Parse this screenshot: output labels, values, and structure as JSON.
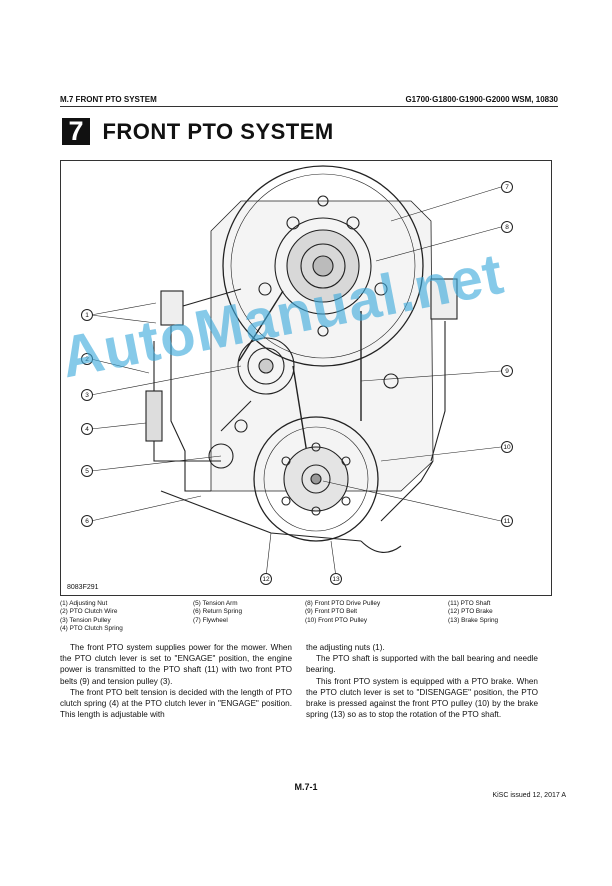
{
  "header": {
    "section": "M.7  FRONT PTO SYSTEM",
    "models": "G1700·G1800·G1900·G2000  WSM, 10830"
  },
  "chapter": {
    "number": "7",
    "title": "FRONT PTO SYSTEM"
  },
  "figure": {
    "code": "8083F291",
    "callouts": [
      "7",
      "8",
      "1",
      "2",
      "3",
      "4",
      "5",
      "6",
      "9",
      "10",
      "11",
      "12",
      "13"
    ]
  },
  "legend": [
    [
      "(1)  Adjusting Nut",
      "(2)  PTO Clutch Wire",
      "(3)  Tension Pulley",
      "(4)  PTO Clutch Spring"
    ],
    [
      "(5)  Tension Arm",
      "(6)  Return Spring",
      "(7)  Flywheel"
    ],
    [
      "(8)  Front PTO Drive Pulley",
      "(9)  Front PTO Belt",
      "(10)  Front PTO Pulley"
    ],
    [
      "(11)  PTO Shaft",
      "(12)  PTO Brake",
      "(13)  Brake Spring"
    ]
  ],
  "body": {
    "left": [
      "The front PTO system supplies power for the mower. When the PTO clutch lever is set to \"ENGAGE\" position, the engine power is transmitted to the PTO shaft (11) with two front PTO belts (9) and tension pulley (3).",
      "The front PTO belt tension is decided with the length of PTO clutch spring (4) at the PTO clutch lever in \"ENGAGE\" position. This length is adjustable with"
    ],
    "right": [
      "the adjusting nuts (1).",
      "The PTO shaft is supported with the ball bearing and needle bearing.",
      "This front PTO system is equipped with a PTO brake. When the PTO clutch lever is set to \"DISENGAGE\" position, the PTO brake is pressed against the front PTO pulley (10) by the brake spring (13) so as to stop the rotation of the PTO shaft."
    ]
  },
  "watermark": "AutoManual.net",
  "footer": {
    "page": "M.7-1",
    "issued": "KiSC issued 12, 2017 A"
  }
}
